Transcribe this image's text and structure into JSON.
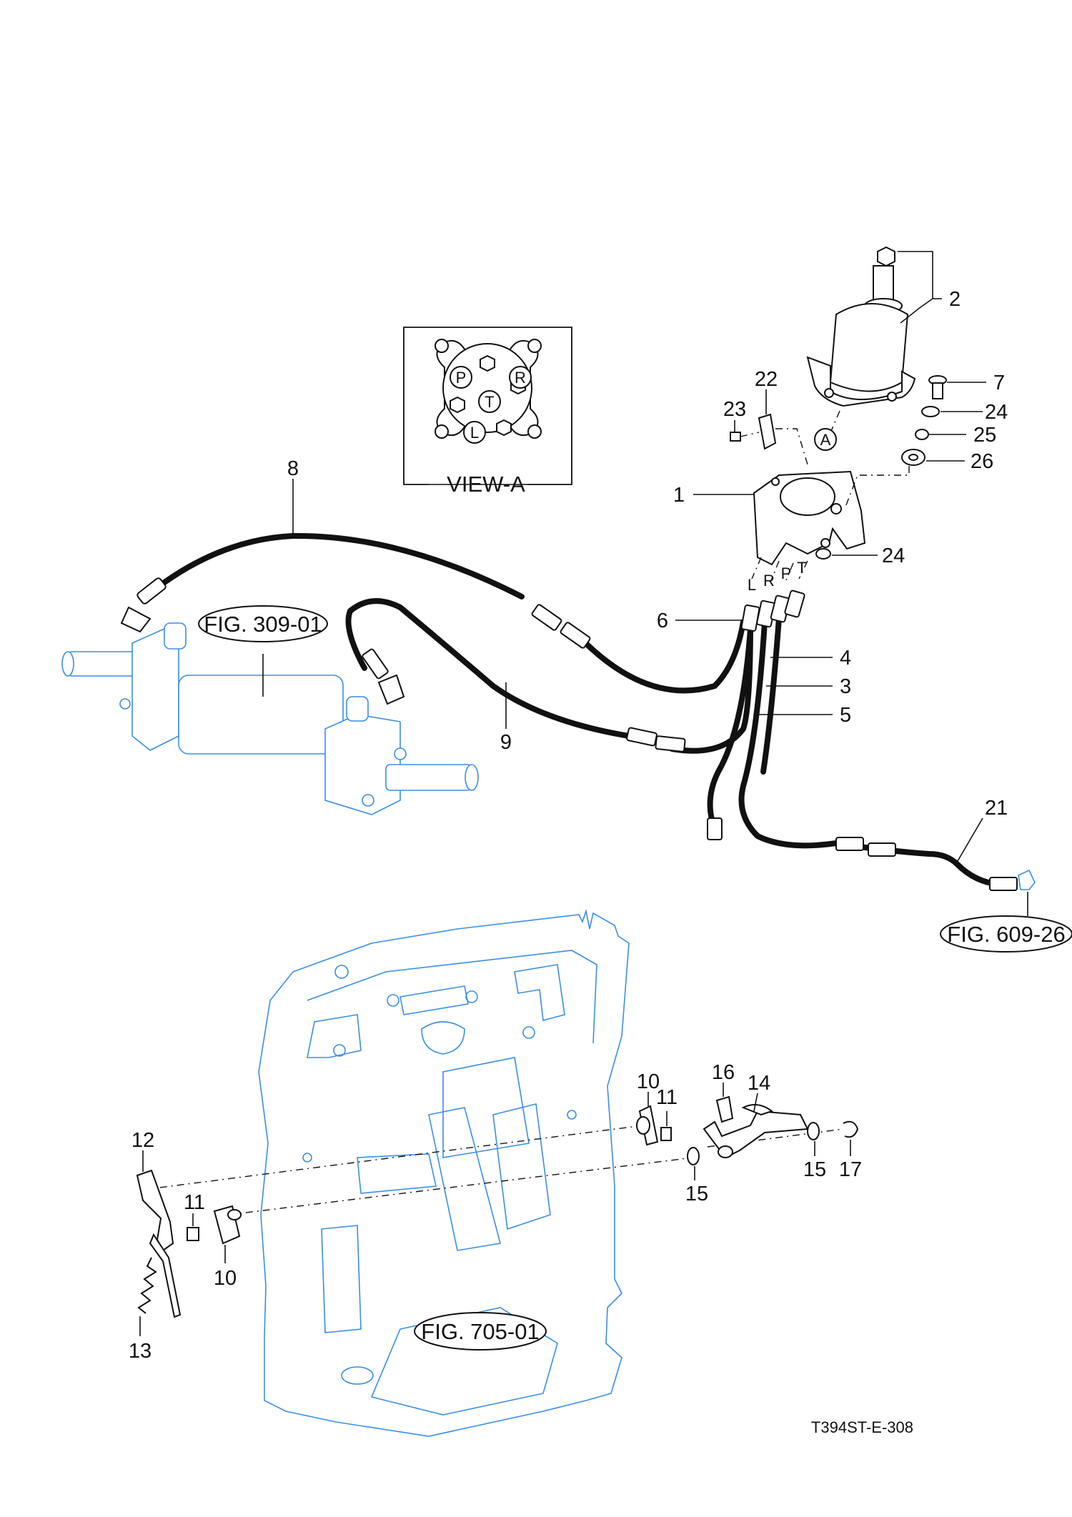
{
  "view_a": {
    "title": "VIEW-A",
    "ports": {
      "p": "P",
      "r": "R",
      "t": "T",
      "l": "L"
    }
  },
  "ports_on_unit": {
    "l": "L",
    "r": "R",
    "p": "P",
    "t": "T"
  },
  "marker_a": "A",
  "figure_refs": {
    "cylinder": "FIG. 309-01",
    "return_line": "FIG. 609-26",
    "frame": "FIG. 705-01"
  },
  "callouts": {
    "c1": "1",
    "c2": "2",
    "c3": "3",
    "c4": "4",
    "c5": "5",
    "c6": "6",
    "c7": "7",
    "c8": "8",
    "c9": "9",
    "c10a": "10",
    "c10b": "10",
    "c11a": "11",
    "c11b": "11",
    "c12": "12",
    "c13": "13",
    "c14": "14",
    "c15a": "15",
    "c15b": "15",
    "c16": "16",
    "c17": "17",
    "c21": "21",
    "c22": "22",
    "c23": "23",
    "c24a": "24",
    "c24b": "24",
    "c25": "25",
    "c26": "26"
  },
  "drawing_code": "T394ST-E-308"
}
